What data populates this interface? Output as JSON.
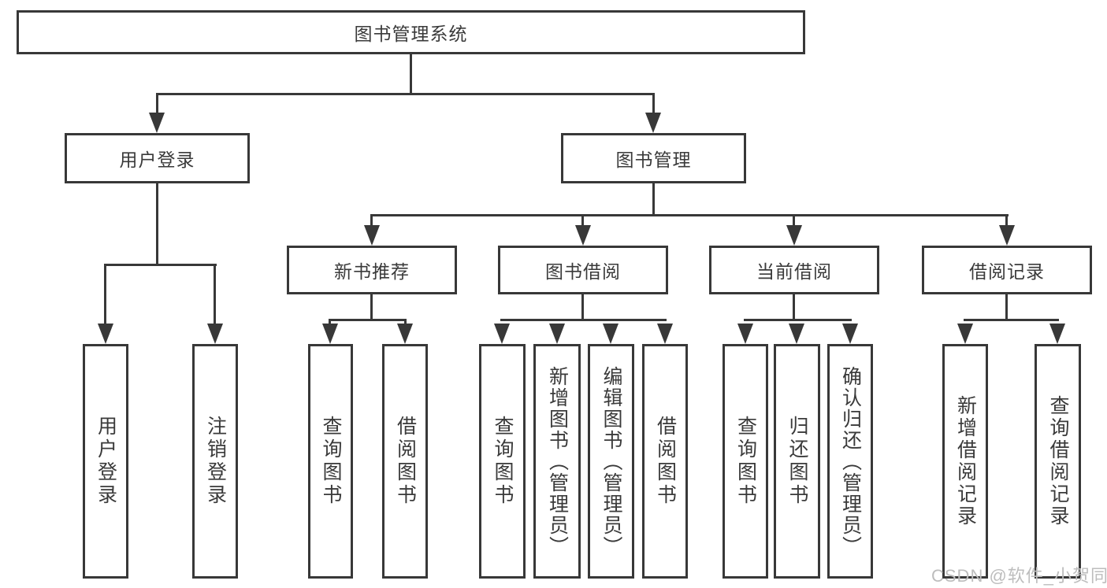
{
  "diagram": {
    "root": "图书管理系统",
    "level2": [
      "用户登录",
      "图书管理"
    ],
    "level3": [
      "新书推荐",
      "图书借阅",
      "当前借阅",
      "借阅记录"
    ],
    "leaves": {
      "login": [
        "用户登录",
        "注销登录"
      ],
      "new_books": [
        "查询图书",
        "借阅图书"
      ],
      "borrow": [
        "查询图书",
        "新增图书（管理员）",
        "编辑图书（管理员）",
        "借阅图书"
      ],
      "current": [
        "查询图书",
        "归还图书",
        "确认归还（管理员）"
      ],
      "records": [
        "新增借阅记录",
        "查询借阅记录"
      ]
    }
  },
  "watermark": "CSDN @软件_小贺同学",
  "colors": {
    "line": "#383838",
    "text": "#3a3a3a",
    "watermark": "#bdbdbd"
  }
}
